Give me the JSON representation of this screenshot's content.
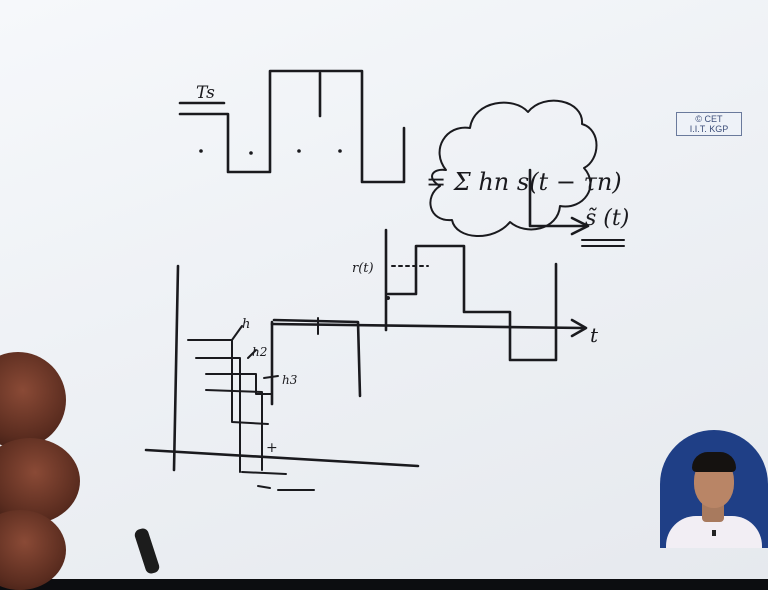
{
  "logo": {
    "line1": "© CET",
    "line2": "I.I.T. KGP"
  },
  "annotations": {
    "symbol_period": "Ts",
    "formula": "= Σ hn s(t − τn)",
    "output": "s̃ (t)",
    "label_rt": "r(t)",
    "label_t": "t",
    "label_h1": "h",
    "label_h2": "h2",
    "label_h3": "h3",
    "label_plus": "+"
  },
  "colors": {
    "board": "#eef1f5",
    "ink": "#1a1a1e",
    "logo": "#3d4f7a",
    "pip_background": "#1f3f86"
  }
}
